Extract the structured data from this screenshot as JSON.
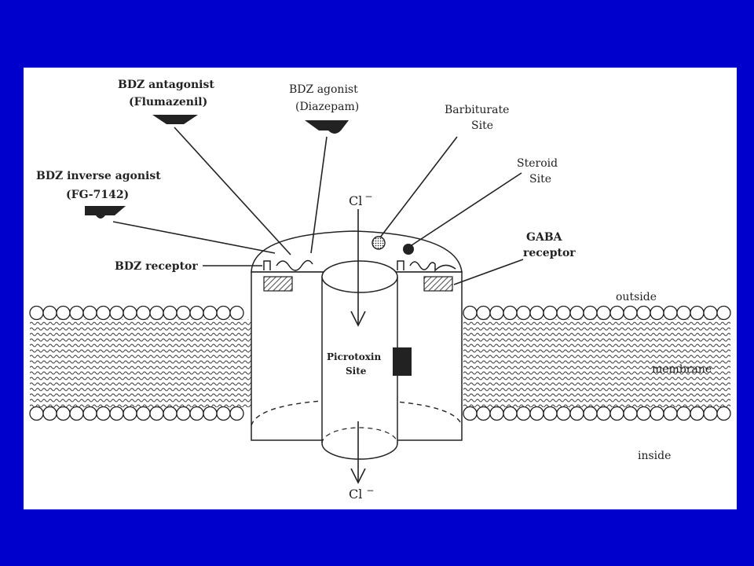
{
  "colors": {
    "background": "#0000cc",
    "panel": "#ffffff",
    "ink": "#222222"
  },
  "labels": {
    "bdz_antagonist": [
      "BDZ antagonist",
      "(Flumazenil)"
    ],
    "bdz_agonist": [
      "BDZ  agonist",
      "(Diazepam)"
    ],
    "barbiturate_site": [
      "Barbiturate",
      "Site"
    ],
    "steroid_site": [
      "Steroid",
      "Site"
    ],
    "bdz_inverse_agonist": [
      "BDZ inverse agonist",
      "(FG-7142)"
    ],
    "bdz_receptor": "BDZ receptor",
    "gaba_receptor": [
      "GABA",
      "receptor"
    ],
    "outside": "outside",
    "membrane": "membrane",
    "inside": "inside",
    "picrotoxin_site": [
      "Picrotoxin",
      "Site"
    ],
    "chloride_top": "Cl",
    "chloride_bottom": "Cl",
    "chloride_charge": "−"
  }
}
